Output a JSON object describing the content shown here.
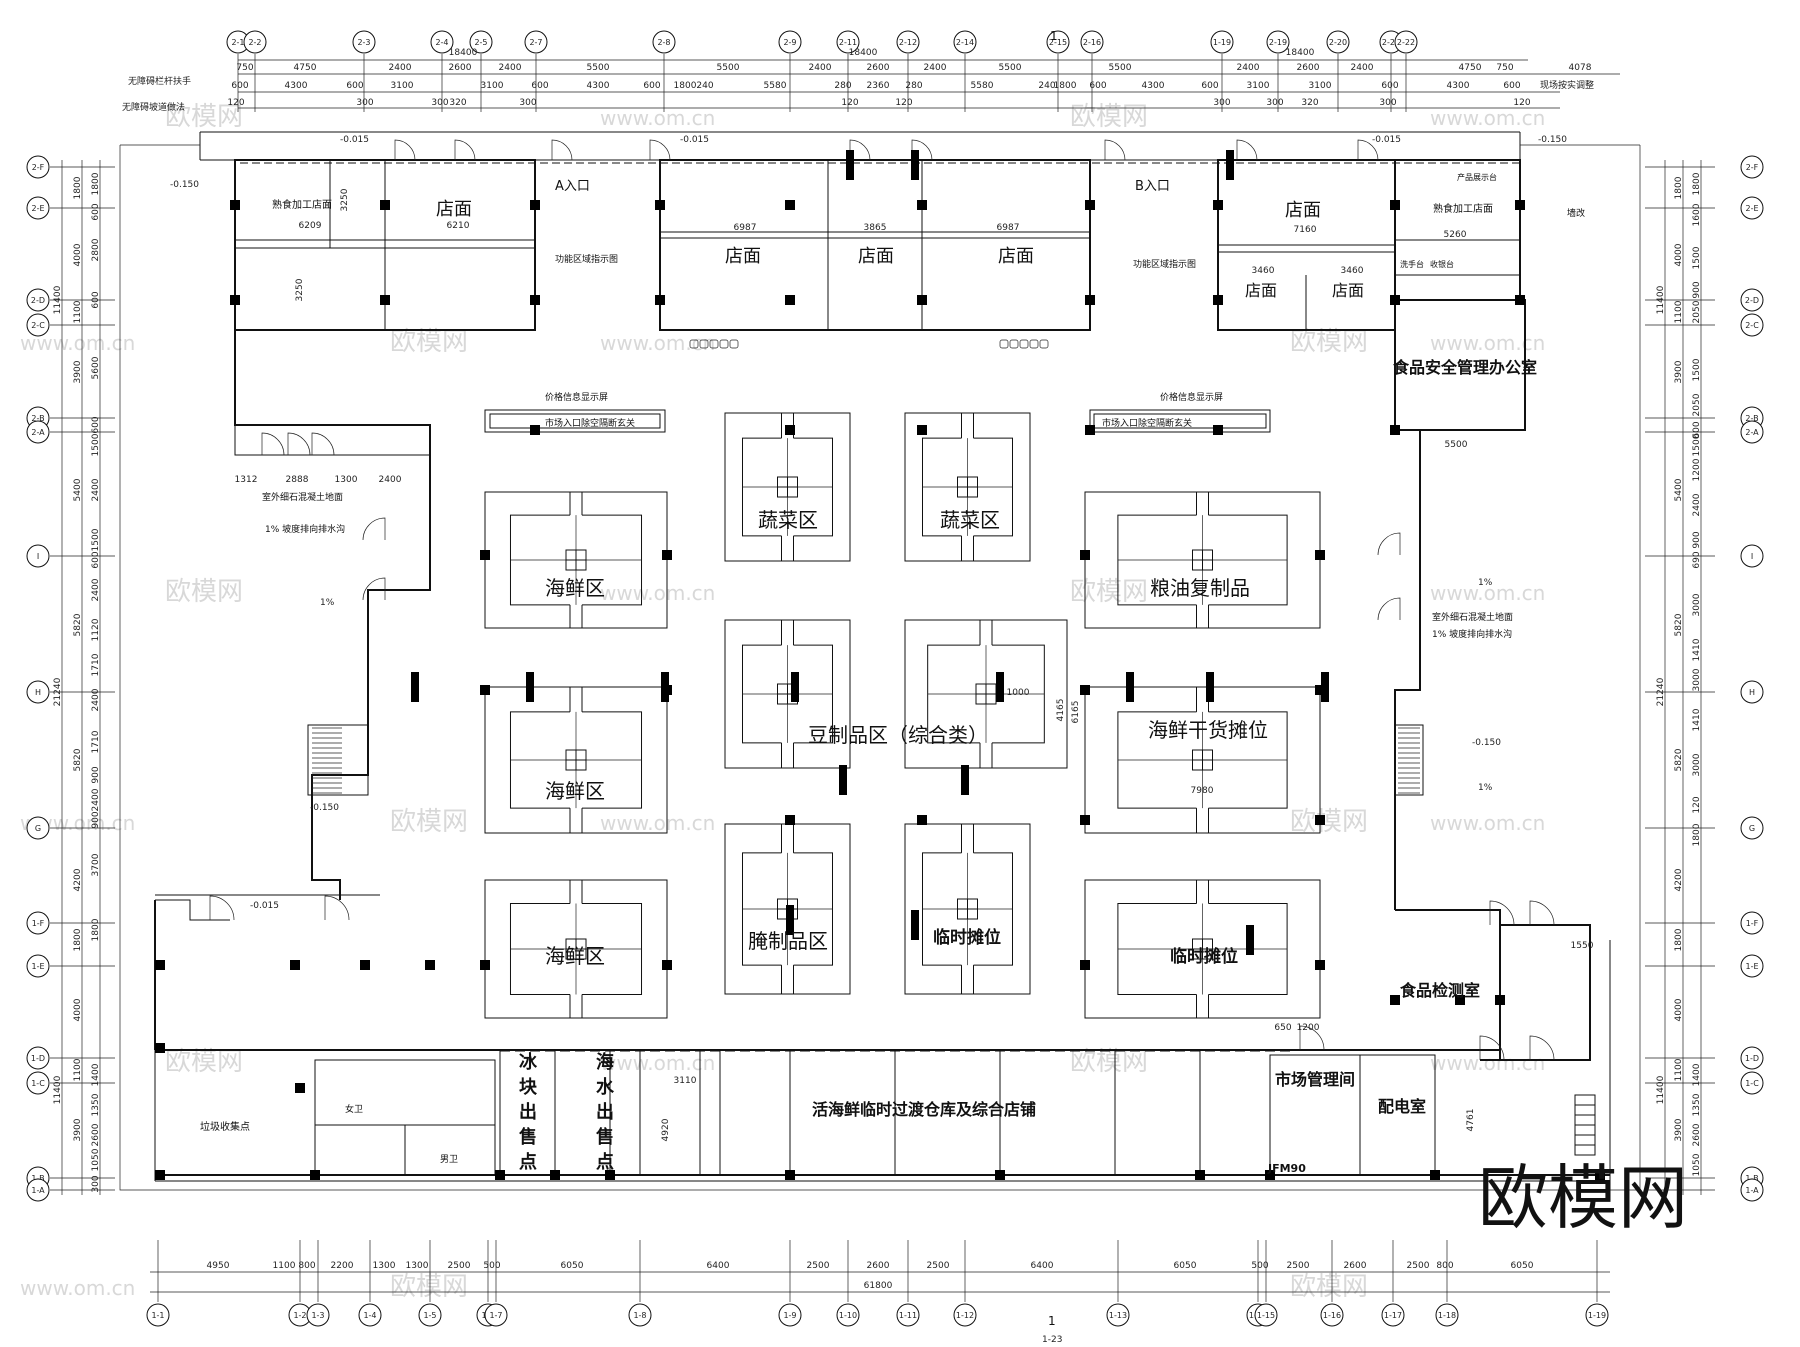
{
  "axes": {
    "top": [
      "2-1",
      "2-2",
      "2-3",
      "2-4",
      "2-5",
      "2-7",
      "2-8",
      "2-9",
      "2-11",
      "2-12",
      "2-14",
      "2-15",
      "2-16",
      "1-19",
      "2-19",
      "2-20",
      "2-21",
      "2-22"
    ],
    "bottom": [
      "1-1",
      "1-2",
      "1-3",
      "1-4",
      "1-5",
      "1-6",
      "1-7",
      "1-8",
      "1-9",
      "1-10",
      "1-11",
      "1-12",
      "1-13",
      "1-14",
      "1-15",
      "1-16",
      "1-17",
      "1-18",
      "1-19"
    ],
    "left": [
      "2-F",
      "2-E",
      "2-D",
      "2-C",
      "2-B",
      "2-A",
      "I",
      "H",
      "G",
      "1-F",
      "1-E",
      "1-D",
      "1-C",
      "1-B",
      "1-A"
    ],
    "right": [
      "2-F",
      "2-E",
      "2-D",
      "2-C",
      "2-B",
      "2-A",
      "I",
      "H",
      "G",
      "1-F",
      "1-E",
      "1-D",
      "1-C",
      "1-B",
      "1-A"
    ]
  },
  "dims": {
    "top_total": [
      "18400",
      "18400",
      "18400"
    ],
    "top_row1": [
      "750",
      "4750",
      "2400",
      "2600",
      "2400",
      "5500",
      "5500",
      "2400",
      "2600",
      "2400",
      "5500",
      "5500",
      "2400",
      "2600",
      "2400",
      "4750",
      "750",
      "4078"
    ],
    "top_row2": [
      "600",
      "4300",
      "600",
      "3100",
      "3100",
      "600",
      "4300",
      "600",
      "1800",
      "240",
      "5580",
      "280",
      "2360",
      "280",
      "5580",
      "240",
      "1800",
      "600",
      "4300",
      "600",
      "3100",
      "3100",
      "600",
      "4300",
      "600"
    ],
    "top_row3": [
      "120",
      "300",
      "300",
      "320",
      "300",
      "120",
      "120",
      "300",
      "300",
      "320",
      "300",
      "120"
    ],
    "bottom_row": [
      "4950",
      "1100",
      "800",
      "2200",
      "1300",
      "1300",
      "2500",
      "500",
      "6050",
      "6400",
      "2500",
      "2600",
      "2500",
      "6400",
      "6050",
      "500",
      "2500",
      "2600",
      "2500",
      "800",
      "6050"
    ],
    "bottom_total": "61800",
    "left_outer": [
      "11400",
      "21240",
      "11400"
    ],
    "left_mid": [
      "1800",
      "4000",
      "1100",
      "3900",
      "5400",
      "5820",
      "5820",
      "4200",
      "1800",
      "4000",
      "1100",
      "3900"
    ],
    "left_inner": [
      "1800",
      "600",
      "2800",
      "600",
      "5600",
      "600",
      "1500",
      "2400",
      "1500",
      "600",
      "2400",
      "1120",
      "1710",
      "2400",
      "1710",
      "900",
      "2400",
      "900",
      "3700",
      "1800",
      "1400",
      "1350",
      "2600",
      "1050",
      "300"
    ],
    "right_outer": [
      "11400",
      "21240",
      "11400"
    ],
    "right_mid": [
      "1800",
      "4000",
      "1100",
      "3900",
      "5400",
      "5820",
      "5820",
      "4200",
      "1800",
      "4000",
      "1100",
      "3900"
    ],
    "right_inner": [
      "1800",
      "1600",
      "1500",
      "900",
      "2050",
      "1500",
      "2050",
      "600",
      "1500",
      "1200",
      "2400",
      "900",
      "690",
      "3000",
      "1410",
      "3000",
      "1410",
      "3000",
      "120",
      "1800",
      "1400",
      "1350",
      "2600",
      "1050"
    ],
    "inner": [
      "6209",
      "6210",
      "6987",
      "3865",
      "6987",
      "7160",
      "3460",
      "3460",
      "5260",
      "3250",
      "3250",
      "1312",
      "2888",
      "1300",
      "2400",
      "5500",
      "1000",
      "4165",
      "6165",
      "7980",
      "1550",
      "650",
      "1200",
      "3110",
      "4920",
      "4761"
    ]
  },
  "elevations": [
    "-0.015",
    "-0.015",
    "-0.015",
    "-0.150",
    "-0.150",
    "-0.150",
    "-0.150",
    "-0.015"
  ],
  "slopes": [
    "1%",
    "1%",
    "1%"
  ],
  "top_notes": [
    "无障碍栏杆扶手",
    "无障碍坡道做法",
    "现场按实调整"
  ],
  "stair_mark": "1",
  "stair_mark_sub": "1-23",
  "rooms": {
    "shop": "店面",
    "cooked_food_left": "熟食加工店面",
    "cooked_food_right": "熟食加工店面",
    "entrance_a": "A入口",
    "entrance_b": "B入口",
    "func_zone_left": "功能区域指示图",
    "func_zone_right": "功能区域指示图",
    "price_screen_left": "价格信息显示屏",
    "price_screen_right": "价格信息显示屏",
    "air_curtain_left": "市场入口除空隔断玄关",
    "air_curtain_right": "市场入口除空隔断玄关",
    "product_display": "产品展示台",
    "cashier": "收银台",
    "sink": "洗手台",
    "food_safety_office": "食品安全管理办公室",
    "outdoor_left": [
      "室外细石混凝土地面",
      "1% 坡度排向排水沟"
    ],
    "outdoor_right": [
      "室外细石混凝土地面",
      "1% 坡度排向排水沟"
    ],
    "wall_note": "墙改",
    "vegetable": "蔬菜区",
    "seafood": "海鲜区",
    "grain_oil": "粮油复制品",
    "tofu": "豆制品区（综合类）",
    "dried_seafood": "海鲜干货摊位",
    "pickled": "腌制品区",
    "temp_stall": "临时摊位",
    "food_testing": "食品检测室",
    "garbage": "垃圾收集点",
    "female_wc": "女卫",
    "male_wc": "男卫",
    "ice": "冰块出售点",
    "seawater": "海水出售点",
    "warehouse": "活海鲜临时过渡仓库及综合店铺",
    "market_mgmt": "市场管理间",
    "power_room": "配电室",
    "jfm": "JFM90"
  },
  "watermark": {
    "text": "欧模网",
    "url": "www.om.cn"
  },
  "brand_logo": "欧模网"
}
